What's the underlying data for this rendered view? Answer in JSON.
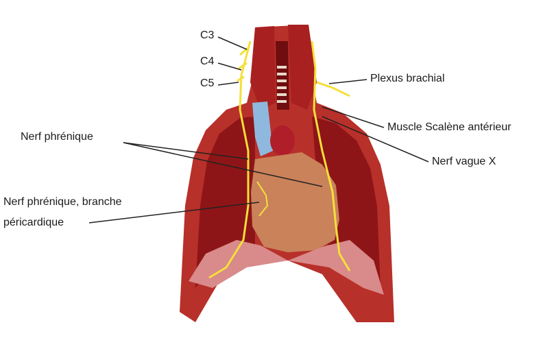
{
  "labels": {
    "c3": "C3",
    "c4": "C4",
    "c5": "C5",
    "plexus_brachial": "Plexus brachial",
    "muscle_scalene": "Muscle Scalène antérieur",
    "nerf_vague": "Nerf vague X",
    "nerf_phrenique": "Nerf phrénique",
    "nerf_phrenique_branche_line1": "Nerf phrénique, branche",
    "nerf_phrenique_branche_line2": "péricardique"
  },
  "colors": {
    "background": "#ffffff",
    "muscle_red": "#8e1517",
    "muscle_dark": "#6f0d10",
    "rib_red": "#b8302a",
    "pericardium": "#c9825a",
    "nerve_yellow": "#f4e03a",
    "vein_blue": "#8fb8de",
    "diaphragm_pink": "#d98a8a",
    "leader_line": "#222222"
  }
}
